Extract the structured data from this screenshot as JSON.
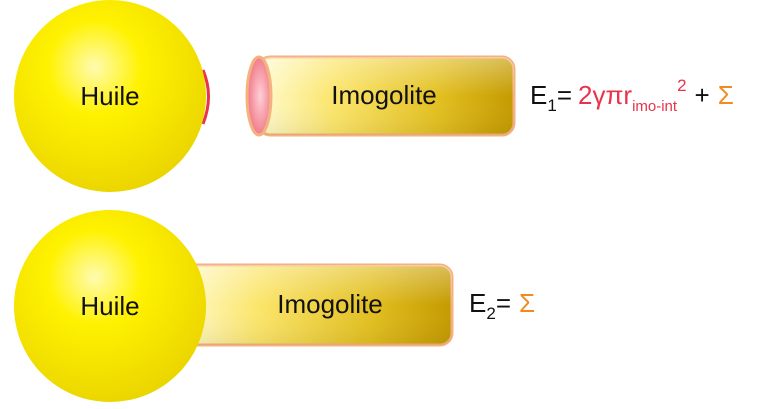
{
  "colors": {
    "droplet": "#ffef00",
    "droplet_highlight": "#fffbb0",
    "droplet_shadow": "#e6d200",
    "tube_light": "#fff3a0",
    "tube_dark": "#c9a200",
    "tube_border": "#f4b27e",
    "interface_red": "#e8334a",
    "sigma_orange": "#f28a1e",
    "text": "#111111"
  },
  "top_row": {
    "oil_label": "Huile",
    "tube_label": "Imogolite",
    "equation": {
      "lhs": "E",
      "lhs_sub": "1",
      "equals": "=",
      "term": "2γπr",
      "term_sub": "imo-int",
      "term_sup": "2",
      "plus": "+",
      "sigma": "Σ"
    }
  },
  "bottom_row": {
    "oil_label": "Huile",
    "tube_label": "Imogolite",
    "equation": {
      "lhs": "E",
      "lhs_sub": "2",
      "equals": "=",
      "sigma": "Σ"
    }
  }
}
